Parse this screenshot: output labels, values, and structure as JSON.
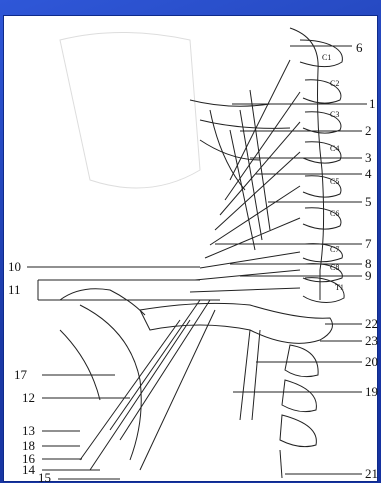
{
  "labels": {
    "right": [
      "6",
      "1",
      "2",
      "3",
      "4",
      "5",
      "7",
      "8",
      "9",
      "22",
      "23",
      "20",
      "19",
      "21"
    ],
    "left": [
      "10",
      "11",
      "17",
      "12",
      "13",
      "18",
      "16",
      "14",
      "15"
    ],
    "vertebrae": [
      "C1",
      "C2",
      "C3",
      "C4",
      "C5",
      "C6",
      "C7",
      "C8",
      "T1"
    ]
  }
}
